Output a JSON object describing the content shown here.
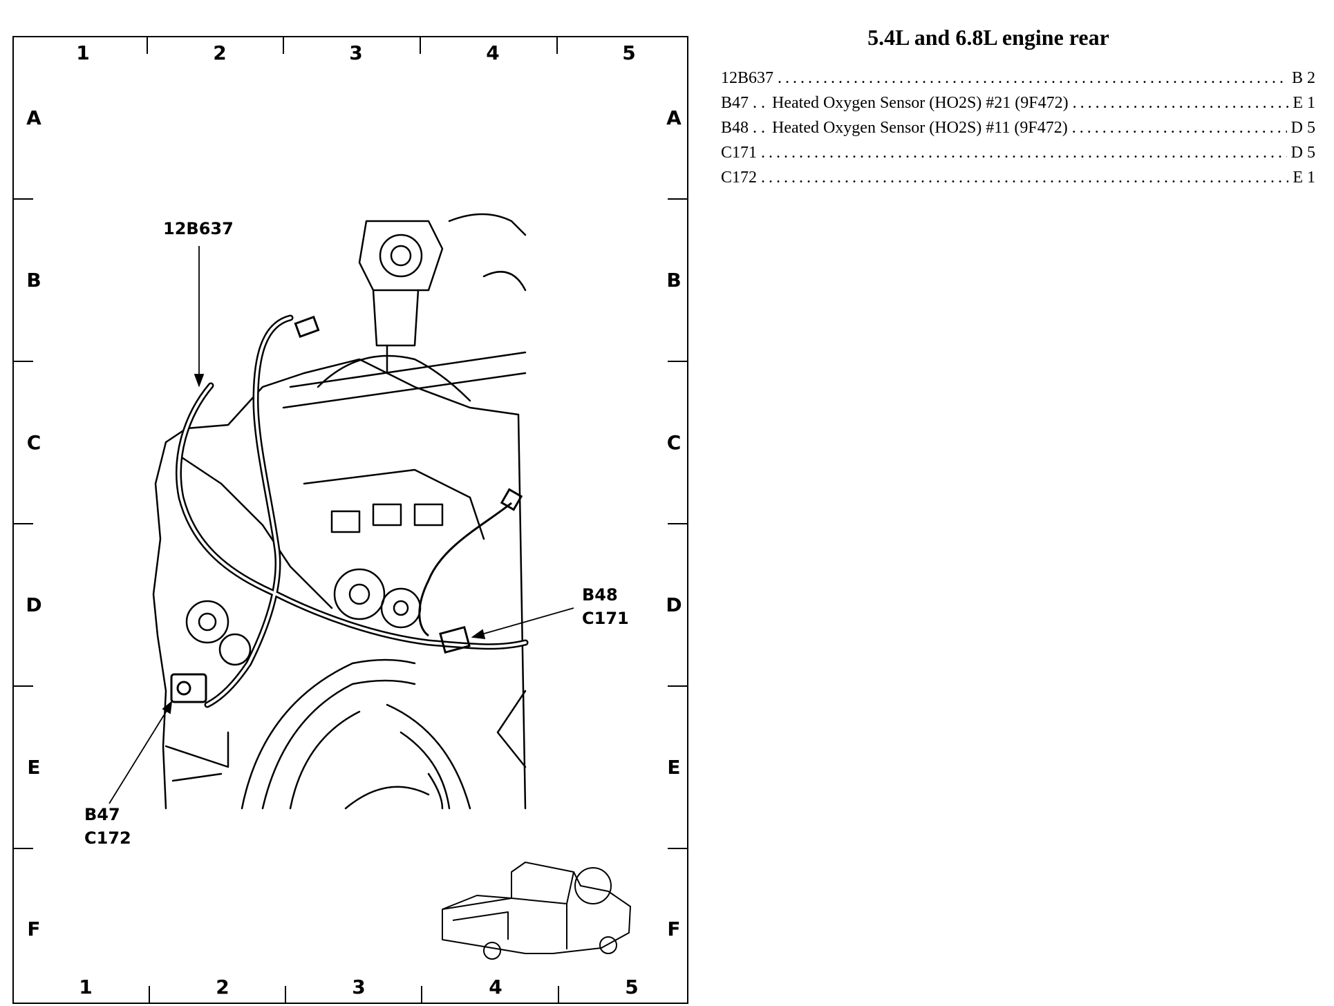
{
  "diagram": {
    "columns_top": [
      "1",
      "2",
      "3",
      "4",
      "5"
    ],
    "columns_bottom": [
      "1",
      "2",
      "3",
      "4",
      "5"
    ],
    "rows_left": [
      "A",
      "B",
      "C",
      "D",
      "E",
      "F"
    ],
    "rows_right": [
      "A",
      "B",
      "C",
      "D",
      "E",
      "F"
    ],
    "callouts": {
      "c12b637": "12B637",
      "b48": "B48",
      "c171": "C171",
      "b47": "B47",
      "c172": "C172"
    }
  },
  "legend": {
    "title": "5.4L and 6.8L engine rear",
    "items": [
      {
        "code": "12B637",
        "description": "",
        "location": "B 2"
      },
      {
        "code": "B47 . .",
        "description": "Heated Oxygen Sensor (HO2S) #21 (9F472)",
        "location": "E 1"
      },
      {
        "code": "B48 . .",
        "description": "Heated Oxygen Sensor (HO2S) #11 (9F472)",
        "location": "D 5"
      },
      {
        "code": "C171",
        "description": "",
        "location": "D 5"
      },
      {
        "code": "C172",
        "description": "",
        "location": "E 1"
      }
    ]
  }
}
